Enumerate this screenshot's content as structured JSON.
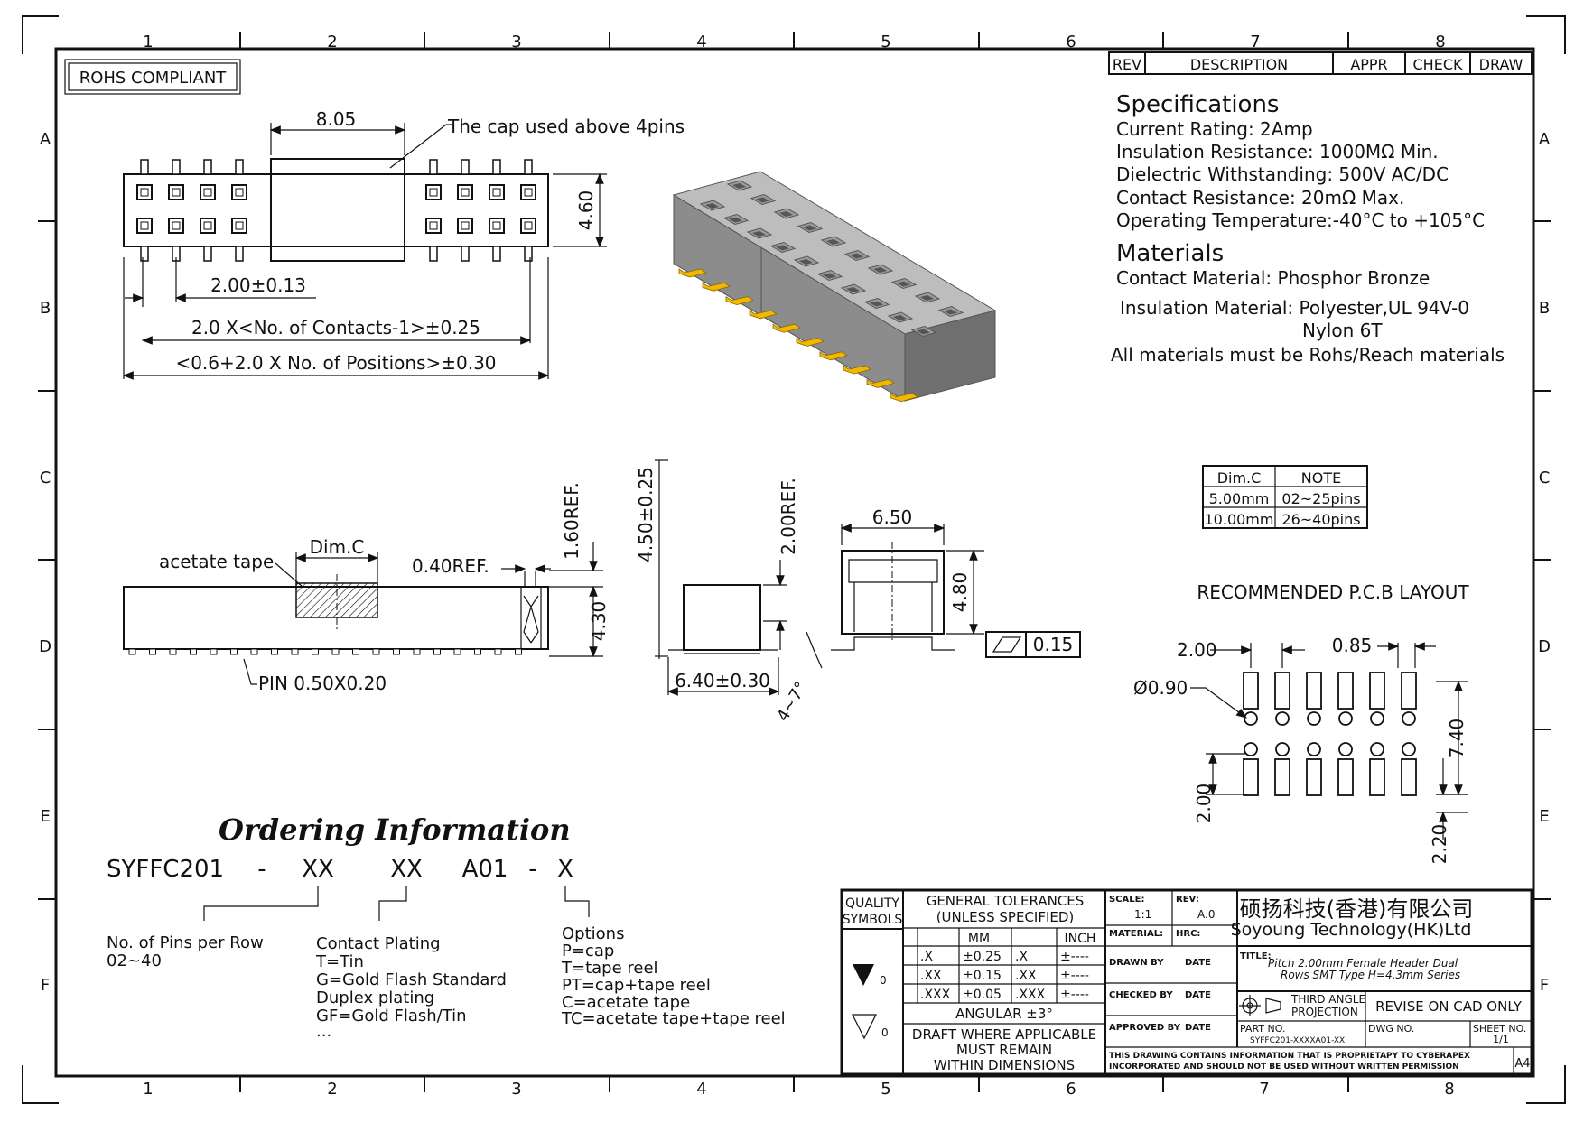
{
  "zones": {
    "columns": [
      "1",
      "2",
      "3",
      "4",
      "5",
      "6",
      "7",
      "8"
    ],
    "rows": [
      "A",
      "B",
      "C",
      "D",
      "E",
      "F"
    ]
  },
  "rohs": "ROHS COMPLIANT",
  "revision_table": {
    "rev": "REV",
    "description": "DESCRIPTION",
    "appr": "APPR",
    "check": "CHECK",
    "draw": "DRAW"
  },
  "specifications": {
    "title": "Specifications",
    "lines": [
      "Current Rating:   2Amp",
      "Insulation Resistance:   1000MΩ Min.",
      "Dielectric Withstanding:   500V AC/DC",
      "Contact Resistance:   20mΩ Max.",
      "Operating Temperature:-40°C to +105°C"
    ]
  },
  "materials": {
    "title": "Materials",
    "contact": "Contact Material: Phosphor Bronze",
    "insulation": "Insulation Material: Polyester,UL 94V-0",
    "insulation2": "Nylon 6T",
    "note": "All materials must be Rohs/Reach materials"
  },
  "top_view": {
    "dim_cap": "8.05",
    "cap_note": "The cap used above 4pins",
    "dim_height": "4.60",
    "dim_pitch": "2.00±0.13",
    "dim_contacts": "2.0 X<No. of Contacts-1>±0.25",
    "dim_overall": "<0.6+2.0 X No. of Positions>±0.30"
  },
  "side_view": {
    "acetate": "acetate tape",
    "dimc": "Dim.C",
    "ref040": "0.40REF.",
    "ref160": "1.60REF.",
    "h430": "4.30",
    "pin": "PIN 0.50X0.20"
  },
  "end_view": {
    "h450": "4.50±0.25",
    "ref200": "2.00REF.",
    "w640": "6.40±0.30",
    "angle": "4~7°"
  },
  "cap_view": {
    "w650": "6.50",
    "h480": "4.80",
    "flatness": "0.15"
  },
  "dimc_table": {
    "headers": [
      "Dim.C",
      "NOTE"
    ],
    "rows": [
      [
        "5.00mm",
        "02~25pins"
      ],
      [
        "10.00mm",
        "26~40pins"
      ]
    ]
  },
  "pcb": {
    "title": "RECOMMENDED P.C.B LAYOUT",
    "d200a": "2.00",
    "d085": "0.85",
    "d090": "Ø0.90",
    "d740": "7.40",
    "d200b": "2.00",
    "d220": "2.20"
  },
  "ordering": {
    "title": "Ordering Information",
    "part": "SYFFC201",
    "dash1": "-",
    "xx1": "XX",
    "xx2": "XX",
    "a01": "A01",
    "dash2": "-",
    "x": "X",
    "pins_label": "No. of Pins per Row",
    "pins_range": "02~40",
    "plating_title": "Contact Plating",
    "plating": [
      "T=Tin",
      "G=Gold Flash Standard",
      "Duplex plating",
      "GF=Gold Flash/Tin",
      "..."
    ],
    "options_title": "Options",
    "options": [
      "P=cap",
      "T=tape reel",
      "PT=cap+tape reel",
      "C=acetate tape",
      "TC=acetate tape+tape reel"
    ]
  },
  "title_block": {
    "quality": "QUALITY",
    "symbols": "SYMBOLS",
    "sym1": "0",
    "sym2": "0",
    "gen_tol": "GENERAL TOLERANCES",
    "unless": "(UNLESS SPECIFIED)",
    "mm": "MM",
    "inch": "INCH",
    "tol_rows": [
      [
        ".X",
        "±0.25",
        ".X",
        "±----"
      ],
      [
        ".XX",
        "±0.15",
        ".XX",
        "±----"
      ],
      [
        ".XXX",
        "±0.05",
        ".XXX",
        "±----"
      ]
    ],
    "angular": "ANGULAR ±3°",
    "draft1": "DRAFT WHERE APPLICABLE",
    "draft2": "MUST REMAIN",
    "draft3": "WITHIN DIMENSIONS",
    "scale_label": "SCALE:",
    "scale": "1:1",
    "rev_label": "REV:",
    "rev": "A.0",
    "material_label": "MATERIAL:",
    "hrc_label": "HRC:",
    "drawn_by": "DRAWN BY",
    "checked_by": "CHECKED BY",
    "approved_by": "APPROVED BY",
    "date": "DATE",
    "company_cn": "硕扬科技(香港)有限公司",
    "company_en": "Soyoung Technology(HK)Ltd",
    "title_label": "TITLE:",
    "title1": "Pitch 2.00mm Female Header Dual",
    "title2": "Rows SMT Type H=4.3mm Series",
    "projection1": "THIRD ANGLE",
    "projection2": "PROJECTION",
    "revise": "REVISE ON CAD ONLY",
    "part_label": "PART NO.",
    "part_no": "SYFFC201-XXXXA01-XX",
    "dwg_label": "DWG NO.",
    "sheet_label": "SHEET NO.",
    "sheet": "1/1",
    "note1": "THIS DRAWING CONTAINS INFORMATION THAT IS PROPRIETAPY TO CYBERAPEX",
    "note2": "INCORPORATED AND SHOULD NOT BE USED WITHOUT WRITTEN PERMISSION",
    "size": "A4"
  }
}
